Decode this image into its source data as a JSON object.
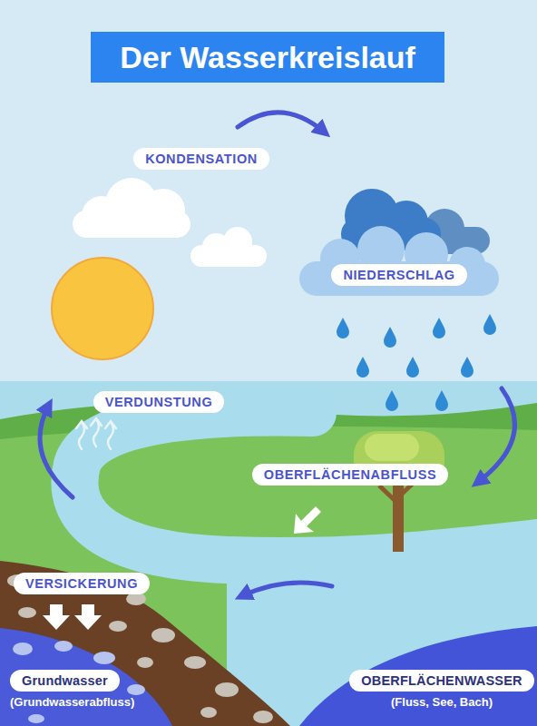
{
  "diagram": {
    "title": "Der Wasserkreislauf",
    "nodes": [
      {
        "text": [
          "KONDENSATION"
        ]
      },
      {
        "text": [
          "NIEDERSCHLAG"
        ]
      },
      {
        "text": [
          "VERDUNSTUNG"
        ]
      },
      {
        "text": [
          "OBERFLÄCHENABFLUSS"
        ]
      },
      {
        "text": [
          "VERSICKERUNG"
        ]
      },
      {
        "text": [
          "Grundwasser",
          "(Grundwasserabfluss)"
        ]
      },
      {
        "text": [
          "OBERFLÄCHENWASSER",
          "(Fluss, See, Bach)"
        ]
      }
    ]
  }
}
